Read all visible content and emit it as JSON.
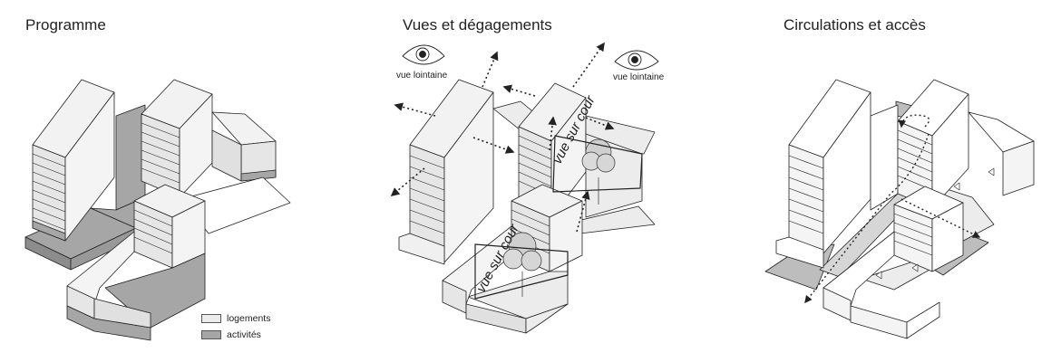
{
  "panels": [
    {
      "title": "Programme"
    },
    {
      "title": "Vues et dégagements"
    },
    {
      "title": "Circulations et accès"
    }
  ],
  "legend": [
    {
      "label": "logements",
      "color": "#ececec"
    },
    {
      "label": "activités",
      "color": "#a6a6a6"
    }
  ],
  "view_labels": {
    "left": "vue lointaine",
    "right": "vue lointaine"
  },
  "court_labels": {
    "upper": "vue sur cour",
    "lower": "vue sur cour"
  },
  "colors": {
    "light": "#ececec",
    "dark": "#a6a6a6",
    "line": "#222222"
  }
}
